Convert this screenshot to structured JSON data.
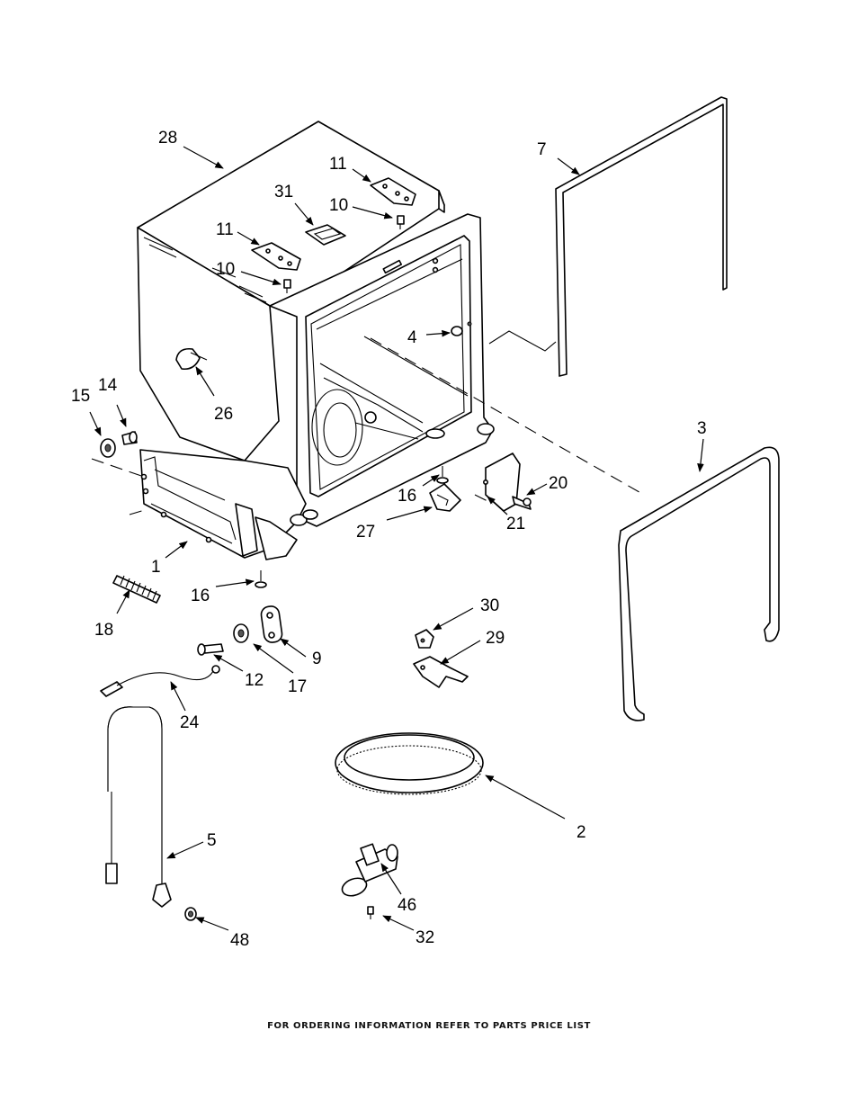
{
  "footer_text": "FOR ORDERING INFORMATION REFER TO PARTS PRICE LIST",
  "callouts": [
    {
      "id": "c28",
      "label": "28"
    },
    {
      "id": "c11a",
      "label": "11"
    },
    {
      "id": "c10a",
      "label": "10"
    },
    {
      "id": "c31",
      "label": "31"
    },
    {
      "id": "c11b",
      "label": "11"
    },
    {
      "id": "c10b",
      "label": "10"
    },
    {
      "id": "c7",
      "label": "7"
    },
    {
      "id": "c4",
      "label": "4"
    },
    {
      "id": "c26",
      "label": "26"
    },
    {
      "id": "c15",
      "label": "15"
    },
    {
      "id": "c14",
      "label": "14"
    },
    {
      "id": "c3",
      "label": "3"
    },
    {
      "id": "c20",
      "label": "20"
    },
    {
      "id": "c21",
      "label": "21"
    },
    {
      "id": "c16a",
      "label": "16"
    },
    {
      "id": "c27",
      "label": "27"
    },
    {
      "id": "c1",
      "label": "1"
    },
    {
      "id": "c16b",
      "label": "16"
    },
    {
      "id": "c18",
      "label": "18"
    },
    {
      "id": "c30",
      "label": "30"
    },
    {
      "id": "c29",
      "label": "29"
    },
    {
      "id": "c9",
      "label": "9"
    },
    {
      "id": "c12",
      "label": "12"
    },
    {
      "id": "c17",
      "label": "17"
    },
    {
      "id": "c24",
      "label": "24"
    },
    {
      "id": "c2",
      "label": "2"
    },
    {
      "id": "c5",
      "label": "5"
    },
    {
      "id": "c46",
      "label": "46"
    },
    {
      "id": "c48",
      "label": "48"
    },
    {
      "id": "c32",
      "label": "32"
    }
  ]
}
